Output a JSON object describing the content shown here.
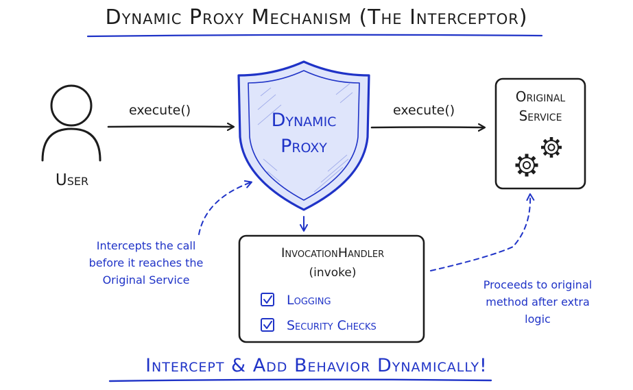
{
  "title": "Dynamic Proxy Mechanism (The Interceptor)",
  "user": {
    "label": "User"
  },
  "calls": {
    "left": "execute()",
    "right": "execute()"
  },
  "proxy": {
    "line1": "Dynamic",
    "line2": "Proxy"
  },
  "service": {
    "line1": "Original",
    "line2": "Service"
  },
  "handler": {
    "title": "InvocationHandler",
    "subtitle": "(invoke)",
    "checks": [
      "Logging",
      "Security Checks"
    ]
  },
  "notes": {
    "left": [
      "Intercepts the call",
      "before it reaches the",
      "Original Service"
    ],
    "right": [
      "Proceeds to original",
      "method after extra",
      "logic"
    ]
  },
  "bottom": {
    "label": "Intercept & Add Behavior Dynamically!"
  },
  "colors": {
    "ink": "#1c1c1c",
    "accent": "#1f33c7",
    "shield_fill": "#dfe5fb"
  },
  "icons": [
    "user-icon",
    "shield-icon",
    "gear-icon",
    "checkbox-icon"
  ]
}
